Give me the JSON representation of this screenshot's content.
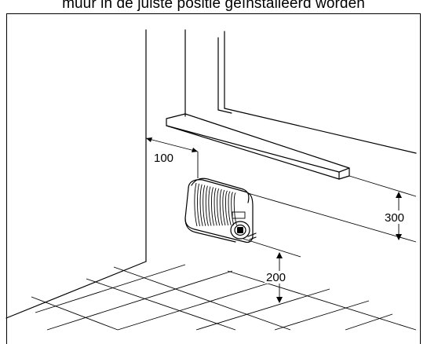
{
  "caption": "muur in de juiste positie geïnstalleerd worden",
  "dimensions": {
    "wall_offset": "100",
    "below_sill": "300",
    "above_floor": "200"
  },
  "colors": {
    "line": "#000000",
    "background": "#ffffff"
  },
  "icons": {
    "heater": "fan-heater-icon"
  }
}
